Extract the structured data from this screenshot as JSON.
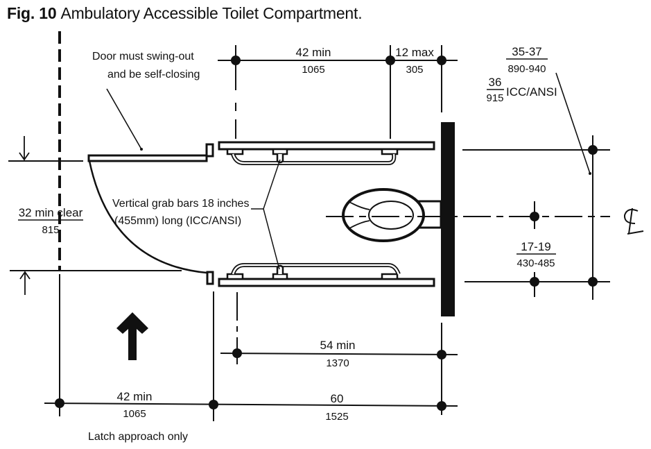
{
  "figure": {
    "number": "Fig. 10",
    "title": "Ambulatory Accessible Toilet Compartment."
  },
  "colors": {
    "ink": "#111111",
    "background": "#ffffff"
  },
  "icons": {
    "approach_arrow": "arrow-up-icon",
    "centerline": "centerline-icon",
    "dimension_arrows": "arrow-down-icon / arrow-up-icon"
  },
  "callouts": {
    "door": [
      "Door must swing-out",
      "and be self-closing"
    ],
    "grab_bars": [
      "Vertical grab bars 18 inches",
      "(455mm) long (ICC/ANSI)"
    ],
    "latch": "Latch approach only"
  },
  "dimensions": {
    "grab_bar_depth": {
      "imperial": "42 min",
      "metric": "1065"
    },
    "grab_bar_offset": {
      "imperial": "12 max",
      "metric": "305"
    },
    "compartment_width": {
      "imperial": "35-37",
      "metric": "890-940"
    },
    "compartment_width_icc": {
      "imperial": "36",
      "metric": "915",
      "note": "ICC/ANSI"
    },
    "door_clear": {
      "imperial": "32 min clear",
      "metric": "815"
    },
    "toilet_centerline": {
      "imperial": "17-19",
      "metric": "430-485"
    },
    "toilet_front_clear": {
      "imperial": "54 min",
      "metric": "1370"
    },
    "approach_depth": {
      "imperial": "42 min",
      "metric": "1065"
    },
    "compartment_depth": {
      "imperial": "60",
      "metric": "1525"
    }
  }
}
